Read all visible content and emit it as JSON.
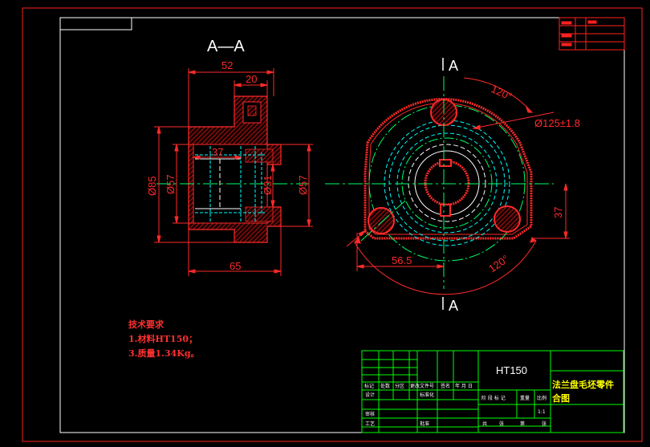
{
  "section_label": "A—A",
  "section_marks": [
    "A",
    "A"
  ],
  "dimensions": {
    "left_view": [
      "52",
      "20",
      "37",
      "Ø85",
      "Ø57",
      "Ø31",
      "Ø57",
      "65"
    ],
    "right_view": [
      "120°",
      "Ø125±1.8",
      "37",
      "56.5",
      "120°"
    ]
  },
  "tech_requirements": {
    "title": "技术要求",
    "lines": [
      "1.材料HT150；",
      "3.质量1.34Kg。"
    ]
  },
  "title_block": {
    "material": "HT150",
    "part_name_line1": "法兰盘毛坯零件",
    "part_name_line2": "合图",
    "scale": "1:1",
    "header_cells": [
      "标记",
      "处数",
      "分区",
      "更改文件号",
      "签名",
      "年 月 日"
    ],
    "row_labels": [
      "设计",
      "审核",
      "工艺"
    ],
    "mid_labels": [
      "标准化",
      "批准"
    ],
    "stage_headers": [
      "阶 段 标 记",
      "重量",
      "比例"
    ],
    "sheet_labels": [
      "共",
      "张",
      "第",
      "张"
    ]
  },
  "colors": {
    "background": "#000000",
    "frame": "#ff2020",
    "title_block": "#00ff00",
    "outline": "#ff2a2a",
    "hidden": "#00ffff",
    "center": "#00ff66",
    "text": "#ffffff",
    "title_text": "#ffff00"
  }
}
